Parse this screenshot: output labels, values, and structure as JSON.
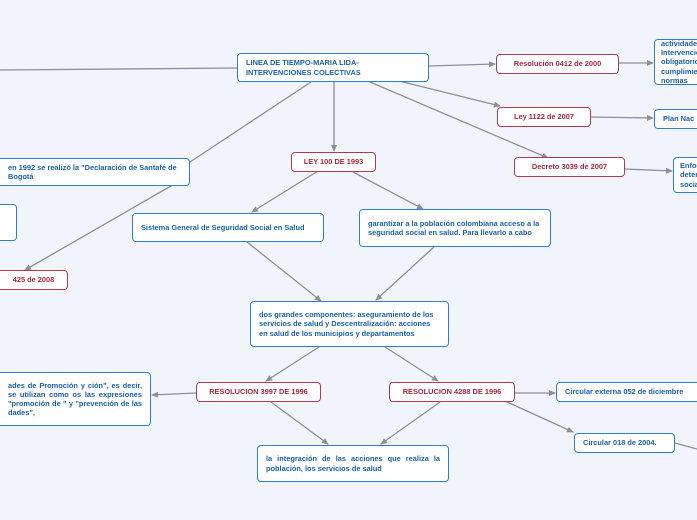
{
  "nodes": {
    "root": "LINEA DE TIEMPO-MARIA LIDA-INTERVENCIONES COLECTIVAS",
    "res0412": "Resolución  0412  de  2000",
    "res0412_detail": "actividades, Intervenciones obligatorio cumplimiento, normas",
    "ley1122": "Ley  1122  de  2007",
    "plan_nac": "Plan  Nac",
    "decreto3039": "Decreto  3039  de  2007",
    "enfo": "Enfoques determinantes sociales",
    "decl1992": "en 1992 se realizó la \"Declaración de Santafé de Bogotá",
    "ley100": "LEY 100 DE 1993",
    "ley425": "425  de  2008",
    "sgss": "Sistema  General  de  Seguridad  Social  en Salud",
    "garantizar": "garantizar a la población colombiana acceso a la seguridad social en salud. Para llevarlo a cabo",
    "dos_comp": "dos grandes componentes: aseguramiento de los servicios de salud y Descentralización: acciones en salud de los municipios y departamentos",
    "res3997": "RESOLUCION 3997 DE 1996",
    "res4288": "RESOLUCION 4288 DE 1996",
    "actividades": "ades  de  Promoción  y ción\",  es  decir,  se utilizan como os las expresiones \"promoción de \"  y  \"prevención  de  las dades\",",
    "circ052": "Circular externa 052 de diciembre",
    "circ018": "Circular 018 de 2004.",
    "integracion": "la  integración  de  las  acciones  que realiza  la  población,  los  servicios  de salud"
  }
}
